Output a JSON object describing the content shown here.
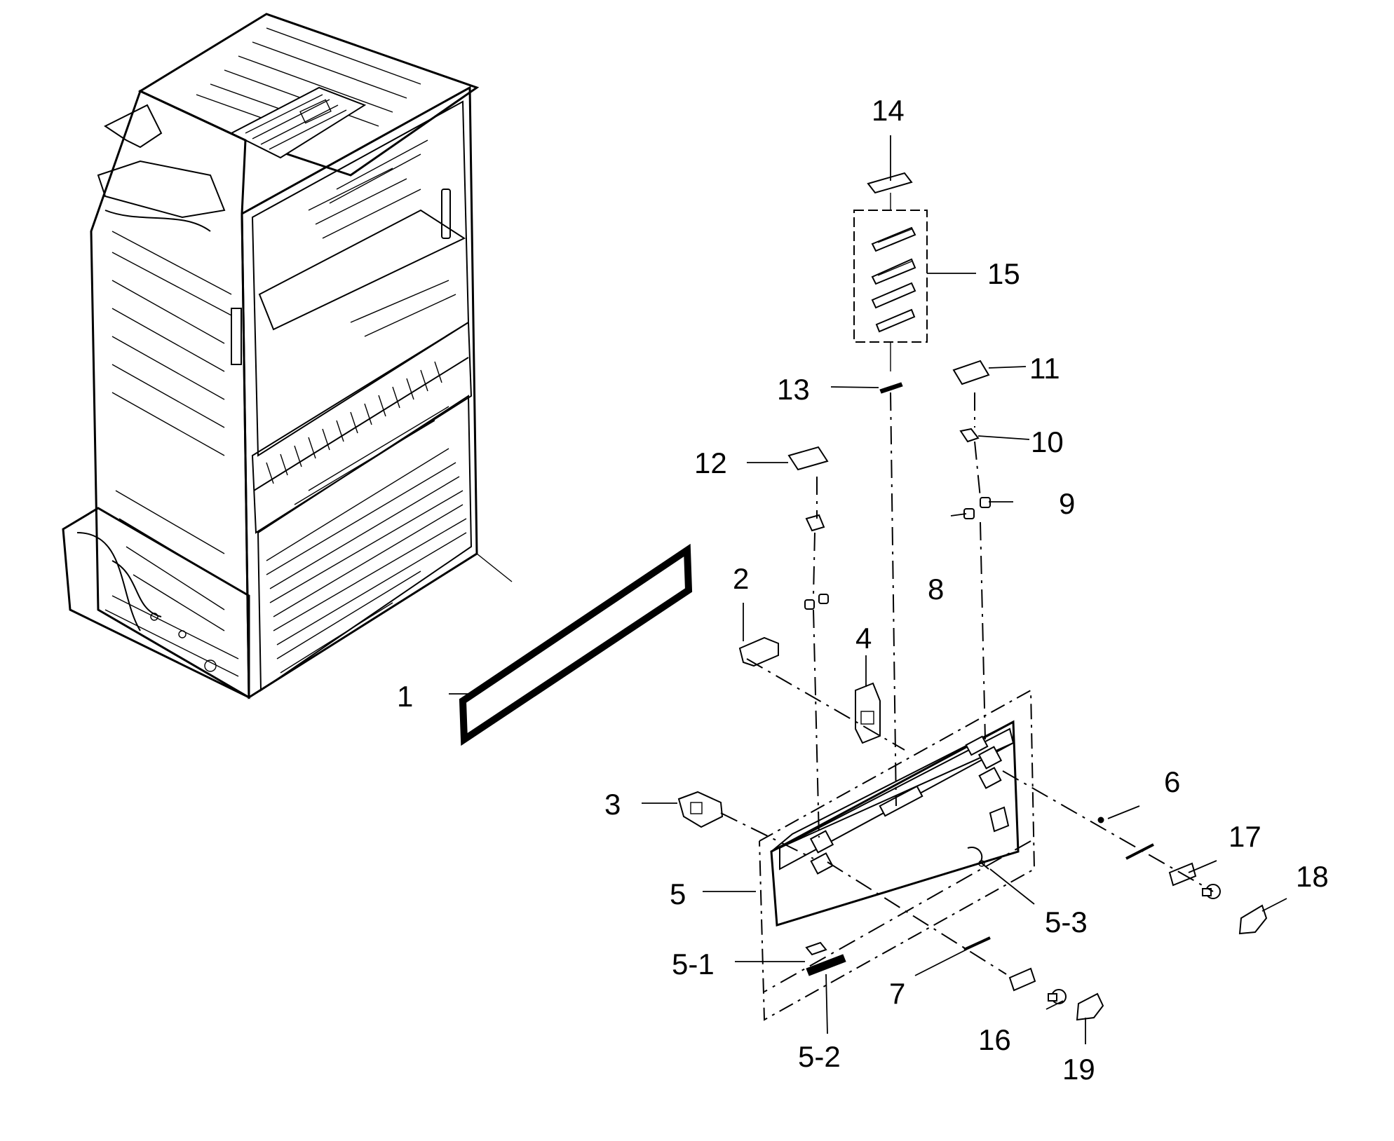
{
  "labels": {
    "1": "1",
    "2": "2",
    "3": "3",
    "4": "4",
    "5": "5",
    "5-1": "5-1",
    "5-2": "5-2",
    "5-3": "5-3",
    "6": "6",
    "7": "7",
    "8": "8",
    "9": "9",
    "10": "10",
    "11": "11",
    "12": "12",
    "13": "13",
    "14": "14",
    "15": "15",
    "16": "16",
    "17": "17",
    "18": "18",
    "19": "19"
  },
  "colors": {
    "line": "#000000",
    "background": "#ffffff"
  }
}
